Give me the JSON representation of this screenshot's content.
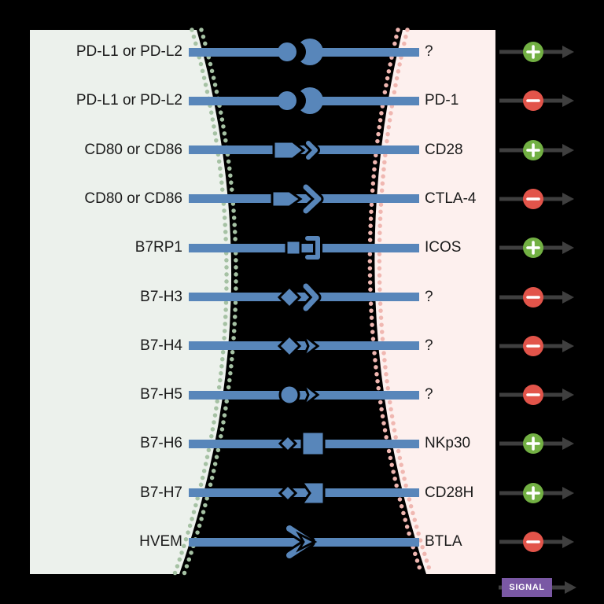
{
  "colors": {
    "bar": "#5886ba",
    "plus": "#72b043",
    "minus": "#e2544a",
    "arrow": "#3f3f3f",
    "left_panel": "#ecf1ec",
    "right_panel": "#fdf0ee",
    "left_membrane": "#a6c2a4",
    "right_membrane": "#f0b7b1",
    "signal_box": "#7a58a4",
    "text": "#1b1b1b"
  },
  "rows": [
    {
      "ligand": "PD-L1 or PD-L2",
      "receptor": "?",
      "sign": "plus",
      "shape": "ball-socket"
    },
    {
      "ligand": "PD-L1 or PD-L2",
      "receptor": "PD-1",
      "sign": "minus",
      "shape": "ball-socket"
    },
    {
      "ligand": "CD80 or CD86",
      "receptor": "CD28",
      "sign": "plus",
      "shape": "arrow-chevron-small"
    },
    {
      "ligand": "CD80 or CD86",
      "receptor": "CTLA-4",
      "sign": "minus",
      "shape": "arrow-chevron-large"
    },
    {
      "ligand": "B7RP1",
      "receptor": "ICOS",
      "sign": "plus",
      "shape": "peg-bracket"
    },
    {
      "ligand": "B7-H3",
      "receptor": "?",
      "sign": "minus",
      "shape": "diamond-chevron-open"
    },
    {
      "ligand": "B7-H4",
      "receptor": "?",
      "sign": "minus",
      "shape": "diamond-chevron-filled"
    },
    {
      "ligand": "B7-H5",
      "receptor": "?",
      "sign": "minus",
      "shape": "round-chevron-filled"
    },
    {
      "ligand": "B7-H6",
      "receptor": "NKp30",
      "sign": "plus",
      "shape": "diamond-square"
    },
    {
      "ligand": "B7-H7",
      "receptor": "CD28H",
      "sign": "plus",
      "shape": "diamond-notch-square"
    },
    {
      "ligand": "HVEM",
      "receptor": "BTLA",
      "sign": "minus",
      "shape": "double-chevron"
    }
  ],
  "signal_label": "SIGNAL",
  "plus_symbol": "+",
  "minus_symbol": "−"
}
